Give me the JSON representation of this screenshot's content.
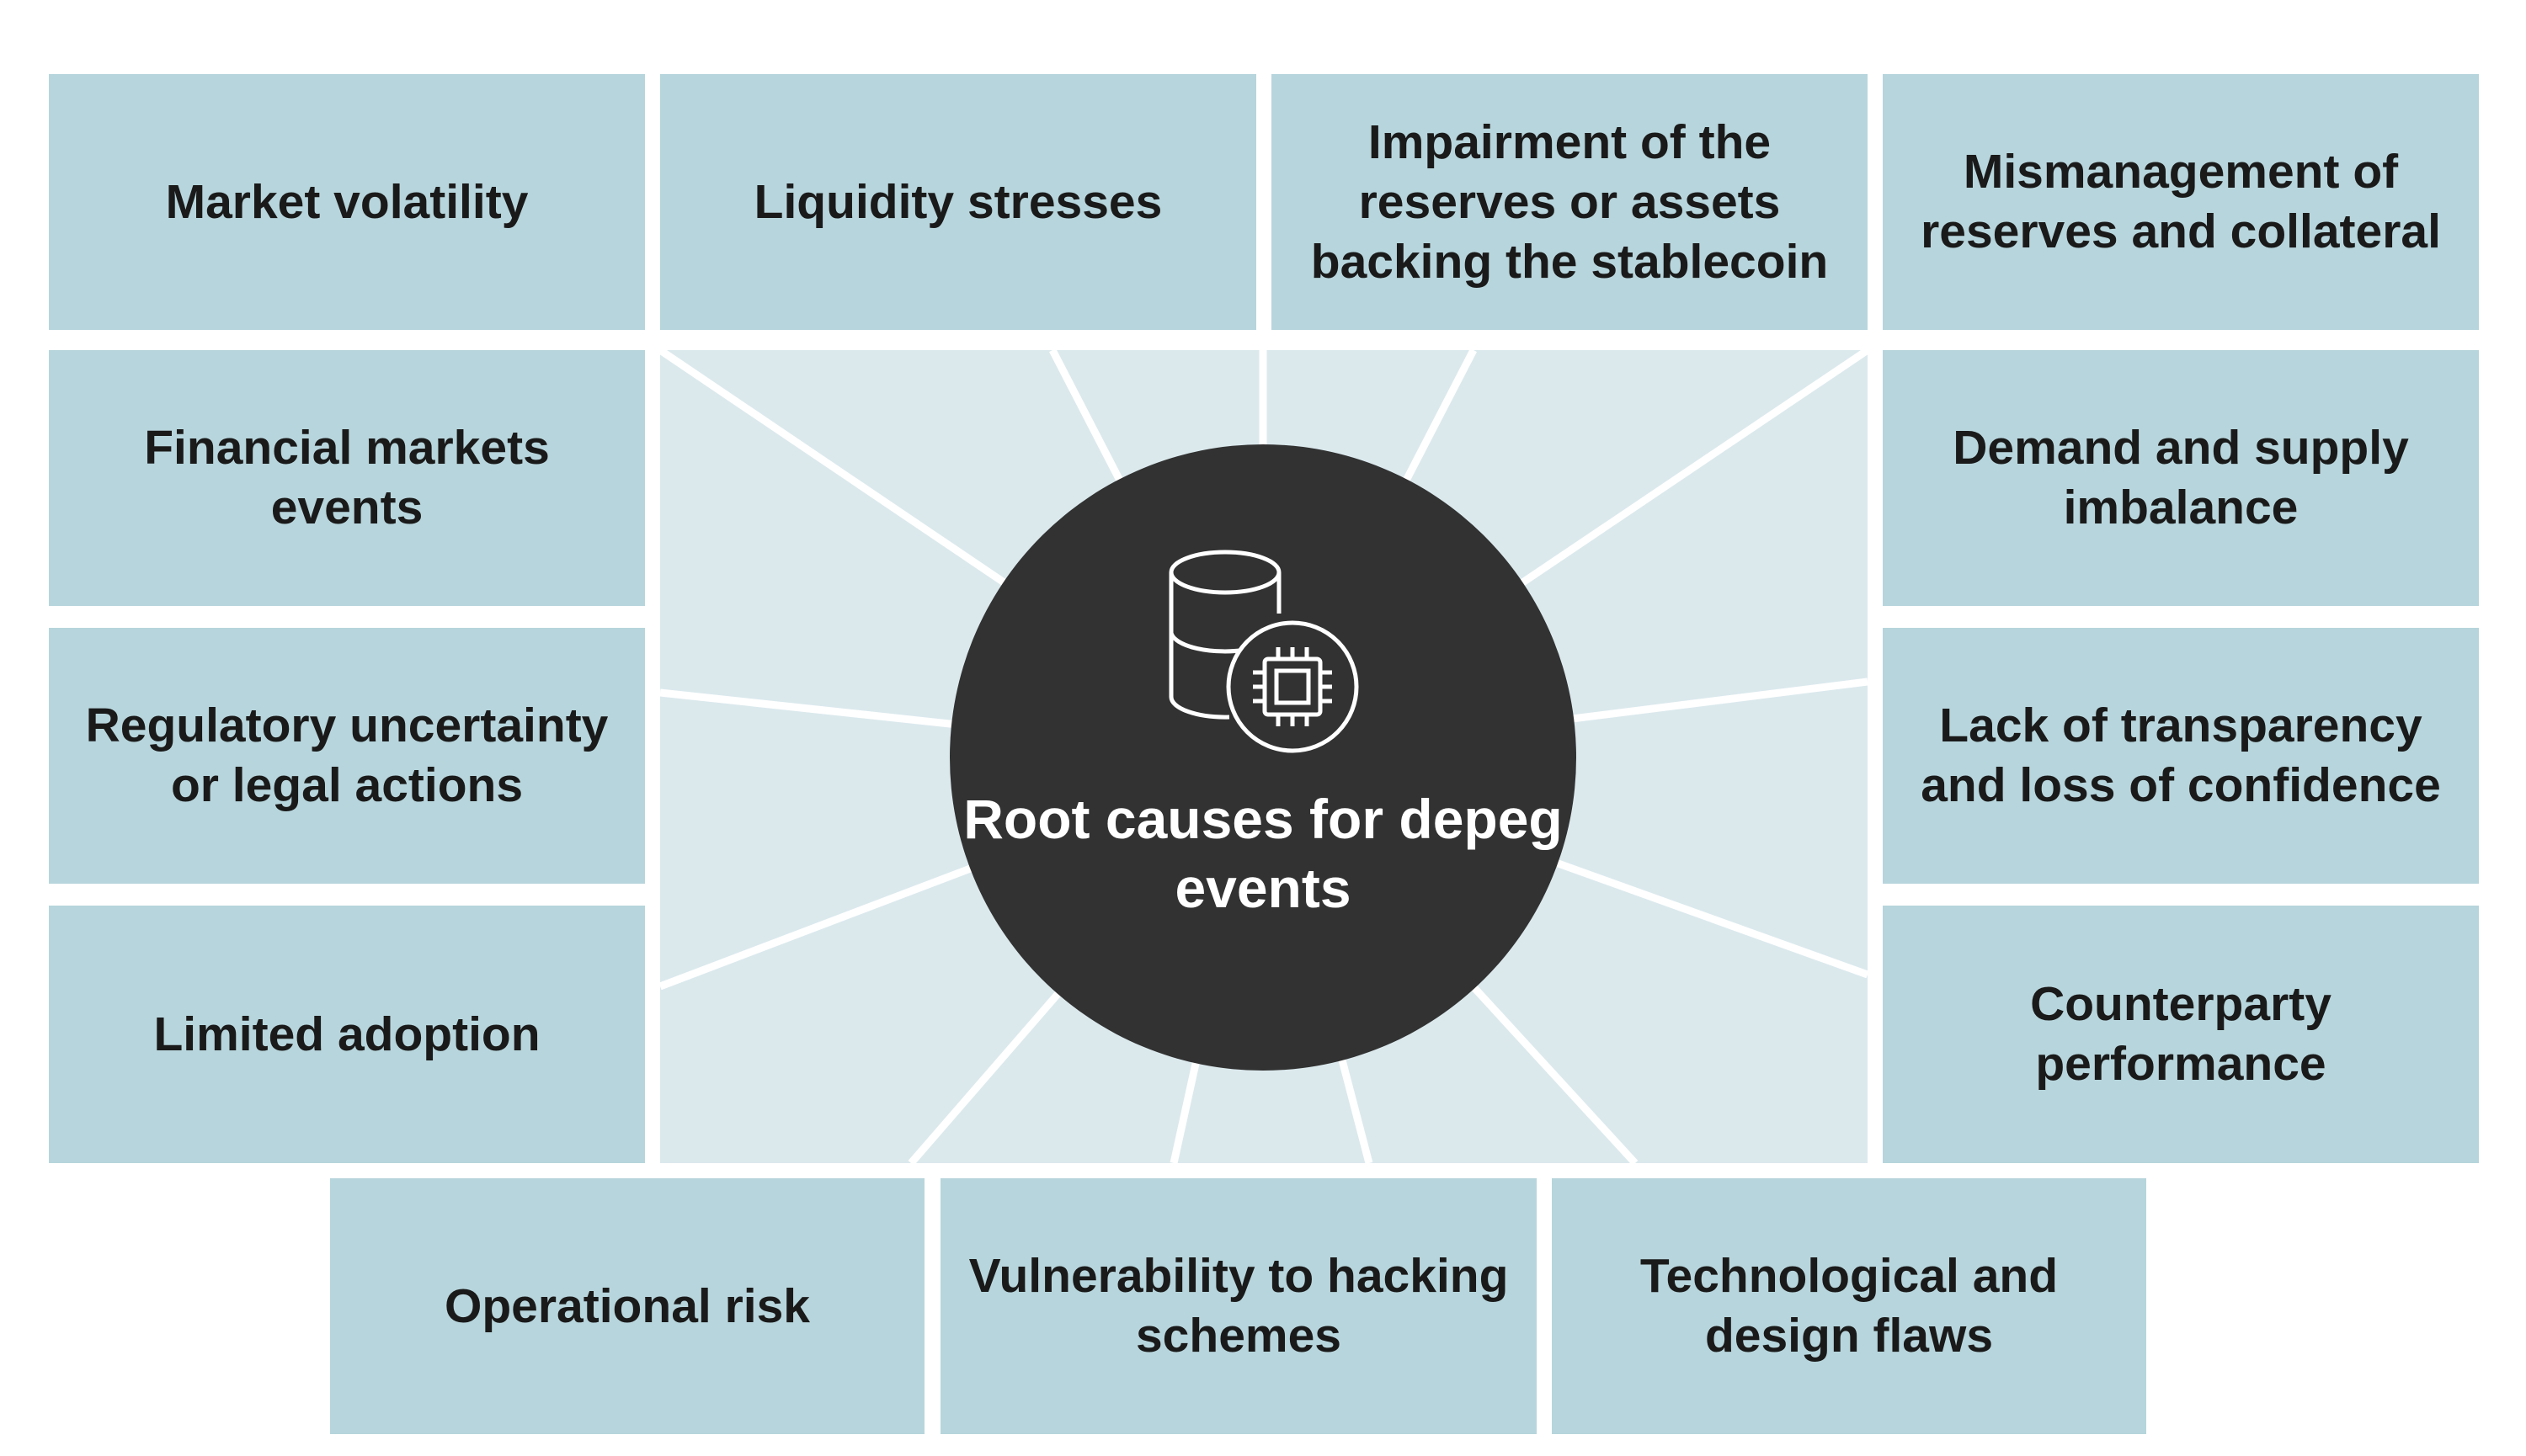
{
  "hub": {
    "title": "Root causes for depeg events",
    "icon": "database-chip-icon"
  },
  "colors": {
    "box": "#b7d5dc",
    "panel": "#dbe9ed",
    "hub": "#323232",
    "text": "#1a1a1a",
    "hub_text": "#ffffff"
  },
  "causes": {
    "market_volatility": "Market volatility",
    "liquidity_stresses": "Liquidity stresses",
    "impairment_of_reserves": "Impairment of the reserves or assets backing the stablecoin",
    "mismanagement_of_reserves": "Mismanagement of reserves and collateral",
    "financial_markets_events": "Financial markets events",
    "demand_supply_imbalance": "Demand and supply imbalance",
    "regulatory_uncertainty": "Regulatory uncertainty or legal actions",
    "lack_of_transparency": "Lack of transparency and loss of confidence",
    "limited_adoption": "Limited adoption",
    "counterparty_performance": "Counterparty performance",
    "operational_risk": "Operational risk",
    "vulnerability_to_hacking": "Vulnerability to hacking schemes",
    "technological_design_flaws": "Technological and design flaws"
  }
}
